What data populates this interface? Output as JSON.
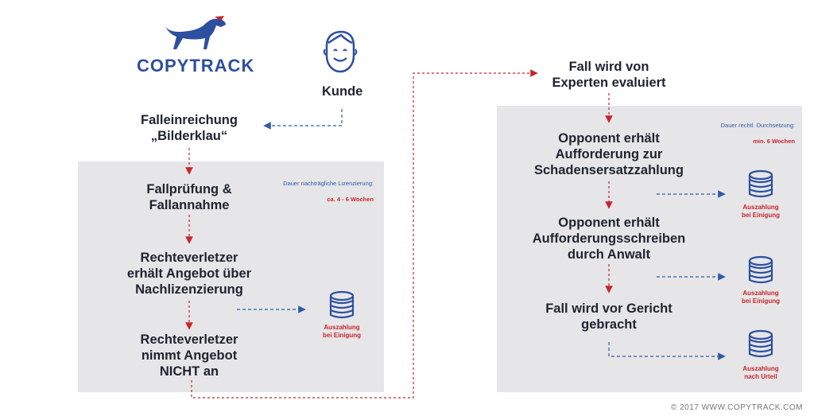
{
  "brand": {
    "name": "COPYTRACK"
  },
  "customer": {
    "label": "Kunde"
  },
  "left": {
    "submission": "Falleinreichung\n„Bilderklau“",
    "duration": {
      "line1": "Dauer nachträgliche Lizenzierung:",
      "line2": "ca. 4 - 6 Wochen"
    },
    "steps": [
      "Fallprüfung &\nFallannahme",
      "Rechteverletzer\nerhält Angebot über\nNachlizenzierung",
      "Rechteverletzer\nnimmt Angebot\nNICHT an"
    ],
    "payout": "Auszahlung\nbei Einigung"
  },
  "right": {
    "evaluate": "Fall wird von\nExperten evaluiert",
    "duration": {
      "line1": "Dauer rechtl. Durchsetzung:",
      "line2": "min. 6 Wochen"
    },
    "steps": [
      "Opponent erhält\nAufforderung zur\nSchadensersatzzahlung",
      "Opponent erhält\nAufforderungsschreiben\ndurch Anwalt",
      "Fall wird vor Gericht\ngebracht"
    ],
    "payouts": [
      "Auszahlung\nbei Einigung",
      "Auszahlung\nbei Einigung",
      "Auszahlung\nnach Urteil"
    ]
  },
  "copyright": "© 2017 WWW.COPYTRACK.COM",
  "colors": {
    "red": "#c8242b",
    "blue": "#2f5aa8",
    "panel": "#e6e6e8"
  }
}
